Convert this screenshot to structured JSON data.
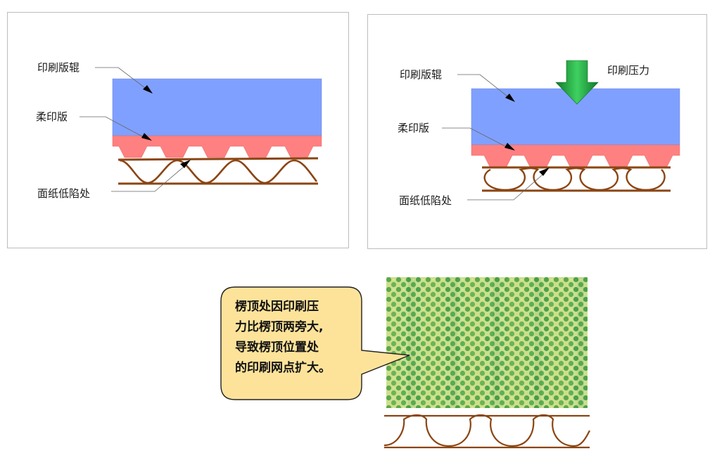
{
  "left_panel": {
    "label_roller": "印刷版辊",
    "label_plate": "柔印版",
    "label_depression": "面纸低陷处"
  },
  "right_panel": {
    "label_roller": "印刷版辊",
    "label_pressure": "印刷压力",
    "label_plate": "柔印版",
    "label_depression": "面纸低陷处"
  },
  "callout": {
    "lines": [
      "楞顶处因印刷压",
      "力比楞顶两旁大,",
      "导致楞顶位置处",
      "的印刷网点扩大。"
    ]
  },
  "colors": {
    "roller": "#80a0ff",
    "plate": "#ff8080",
    "corrugated": "#8b4513",
    "arrow_green": "#1f9a3a",
    "callout_fill": "#fde39a",
    "halftone_bg": "#c8df8a",
    "halftone_dot": "#3a9a3a"
  }
}
